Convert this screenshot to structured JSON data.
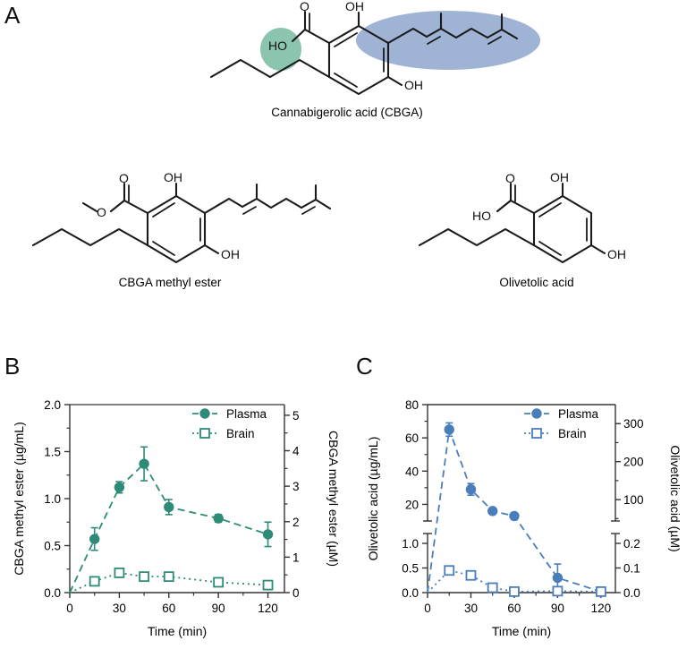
{
  "figure": {
    "panels": [
      {
        "id": "A",
        "letter": "A"
      },
      {
        "id": "B",
        "letter": "B"
      },
      {
        "id": "C",
        "letter": "C"
      }
    ]
  },
  "panelA": {
    "letter": "A",
    "structures": [
      {
        "name": "cbga",
        "caption": "Cannabigerolic acid (CBGA)",
        "atoms": [
          "O",
          "OH",
          "HO",
          "OH"
        ],
        "highlights": [
          {
            "name": "carboxylic-acid-highlight",
            "color": "#8CC5AE",
            "shape": "ellipse"
          },
          {
            "name": "geranyl-chain-highlight",
            "color": "#9FB4D4",
            "shape": "ellipse"
          }
        ]
      },
      {
        "name": "cbga-methyl-ester",
        "caption": "CBGA methyl ester",
        "atoms": [
          "O",
          "O",
          "OH",
          "OH"
        ],
        "highlights": []
      },
      {
        "name": "olivetolic-acid",
        "caption": "Olivetolic acid",
        "atoms": [
          "O",
          "HO",
          "OH",
          "OH"
        ],
        "highlights": []
      }
    ]
  },
  "chart_data": [
    {
      "panel": "B",
      "type": "line",
      "title": "",
      "xlabel": "Time (min)",
      "ylabel": "CBGA methyl ester (µg/mL)",
      "ylabel_right": "CBGA methyl ester (µM)",
      "x": [
        0,
        15,
        30,
        45,
        60,
        90,
        120
      ],
      "xticks": [
        "0",
        "30",
        "60",
        "90",
        "120"
      ],
      "xtick_values": [
        0,
        30,
        60,
        90,
        120
      ],
      "xlim": [
        0,
        130
      ],
      "ylim": [
        0,
        2.0
      ],
      "yticks": [
        "0.0",
        "0.5",
        "1.0",
        "1.5",
        "2.0"
      ],
      "ytick_values": [
        0.0,
        0.5,
        1.0,
        1.5,
        2.0
      ],
      "ylim_right": [
        0,
        5.3
      ],
      "yticks_right": [
        "0",
        "1",
        "2",
        "3",
        "4",
        "5"
      ],
      "ytick_values_right": [
        0,
        1,
        2,
        3,
        4,
        5
      ],
      "grid": false,
      "legend_position": "top-right",
      "colors": {
        "series": "#2E8B77"
      },
      "series": [
        {
          "name": "Plasma",
          "marker": "filled-circle",
          "line": "dashed",
          "values": [
            0.0,
            0.57,
            1.12,
            1.37,
            0.91,
            0.79,
            0.62
          ],
          "errors": [
            0.0,
            0.12,
            0.06,
            0.18,
            0.08,
            0.04,
            0.13
          ]
        },
        {
          "name": "Brain",
          "marker": "open-square",
          "line": "dotted",
          "values": [
            0.0,
            0.12,
            0.21,
            0.17,
            0.17,
            0.11,
            0.08
          ],
          "errors": [
            0.0,
            0.03,
            0.04,
            0.04,
            0.04,
            0.0,
            0.0
          ]
        }
      ]
    },
    {
      "panel": "C",
      "type": "line",
      "title": "",
      "xlabel": "Time (min)",
      "ylabel": "Olivetolic acid (µg/mL)",
      "ylabel_right": "Olivetolic acid (µM)",
      "broken_axis": true,
      "x": [
        0,
        15,
        30,
        45,
        60,
        90,
        120
      ],
      "xticks": [
        "0",
        "30",
        "60",
        "90",
        "120"
      ],
      "xtick_values": [
        0,
        30,
        60,
        90,
        120
      ],
      "xlim": [
        0,
        130
      ],
      "ylim_upper": [
        10,
        80
      ],
      "yticks_upper": [
        "20",
        "40",
        "60",
        "80"
      ],
      "ytick_values_upper": [
        20,
        40,
        60,
        80
      ],
      "ylim_lower": [
        0,
        1.2
      ],
      "yticks_lower": [
        "0.0",
        "0.5",
        "1.0"
      ],
      "ytick_values_lower": [
        0.0,
        0.5,
        1.0
      ],
      "yticks_right_upper": [
        "100",
        "200",
        "300"
      ],
      "ytick_values_right_upper": [
        100,
        200,
        300
      ],
      "yticks_right_lower": [
        "0.0",
        "0.1",
        "0.2"
      ],
      "ytick_values_right_lower": [
        0.0,
        0.1,
        0.2
      ],
      "grid": false,
      "legend_position": "top-right",
      "colors": {
        "series": "#4A7EBB"
      },
      "series": [
        {
          "name": "Plasma",
          "marker": "filled-circle",
          "line": "dashed",
          "values": [
            0.0,
            65.0,
            29.0,
            16.0,
            13.0,
            0.3,
            0.02
          ],
          "errors": [
            0.0,
            4.0,
            3.5,
            1.5,
            0.0,
            0.28,
            0.02
          ]
        },
        {
          "name": "Brain",
          "marker": "open-square",
          "line": "dotted",
          "values": [
            0.0,
            0.45,
            0.35,
            0.1,
            0.02,
            0.03,
            0.02
          ],
          "errors": [
            0.0,
            0.0,
            0.0,
            0.0,
            0.0,
            0.0,
            0.0
          ]
        }
      ]
    }
  ]
}
